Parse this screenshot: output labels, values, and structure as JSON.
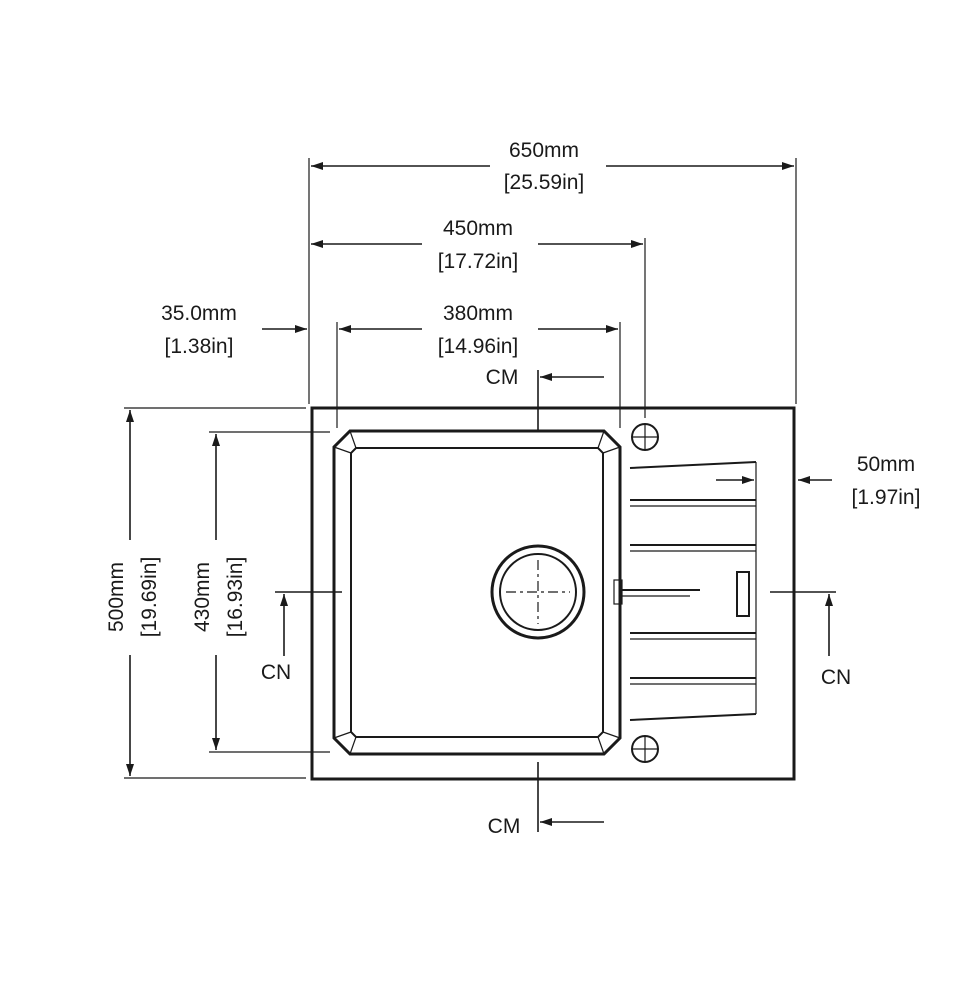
{
  "dimensions": {
    "overall_width": {
      "mm": "650mm",
      "in": "[25.59in]"
    },
    "width_to_drainer": {
      "mm": "450mm",
      "in": "[17.72in]"
    },
    "bowl_width": {
      "mm": "380mm",
      "in": "[14.96in]"
    },
    "edge_offset": {
      "mm": "35.0mm",
      "in": "[1.38in]"
    },
    "drainer_offset": {
      "mm": "50mm",
      "in": "[1.97in]"
    },
    "overall_depth": {
      "mm": "500mm",
      "in": "[19.69in]"
    },
    "bowl_depth": {
      "mm": "430mm",
      "in": "[16.93in]"
    }
  },
  "markers": {
    "centre_top": "CM",
    "centre_bottom": "CM",
    "centre_left": "CN",
    "centre_right": "CN"
  }
}
